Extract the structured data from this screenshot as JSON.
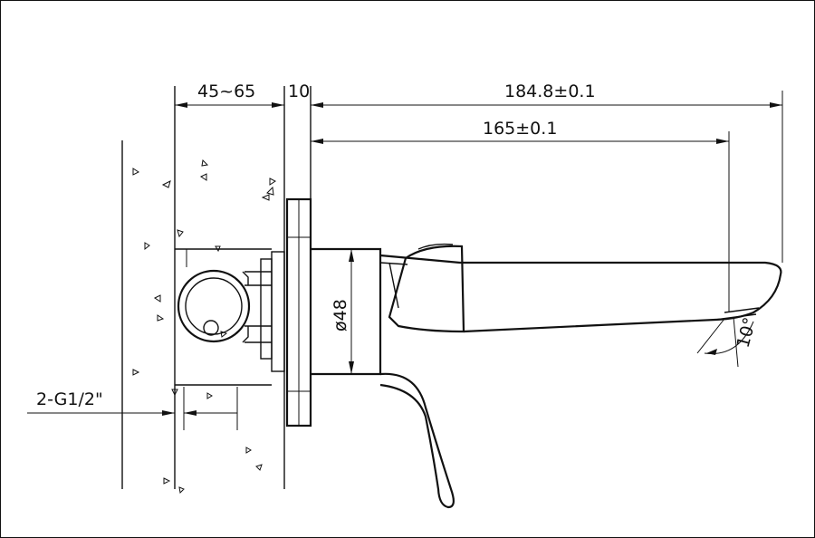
{
  "dimensions": {
    "wall_depth": "45~65",
    "plate": "10",
    "overall": "184.8±0.1",
    "spout": "165±0.1",
    "diameter": "ø48",
    "angle": "10°",
    "thread": "2-G1/2\""
  },
  "colors": {
    "line": "#111111",
    "background": "#ffffff"
  }
}
